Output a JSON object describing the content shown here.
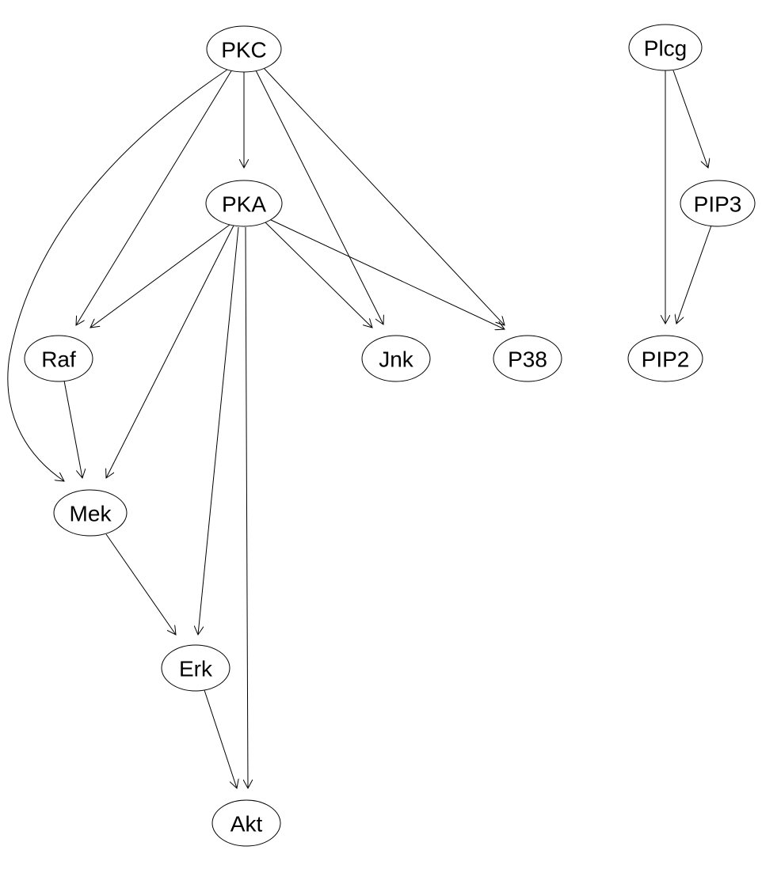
{
  "graph": {
    "nodes": [
      {
        "id": "PKC",
        "label": "PKC"
      },
      {
        "id": "PKA",
        "label": "PKA"
      },
      {
        "id": "Raf",
        "label": "Raf"
      },
      {
        "id": "Jnk",
        "label": "Jnk"
      },
      {
        "id": "P38",
        "label": "P38"
      },
      {
        "id": "Mek",
        "label": "Mek"
      },
      {
        "id": "Erk",
        "label": "Erk"
      },
      {
        "id": "Akt",
        "label": "Akt"
      },
      {
        "id": "Plcg",
        "label": "Plcg"
      },
      {
        "id": "PIP3",
        "label": "PIP3"
      },
      {
        "id": "PIP2",
        "label": "PIP2"
      }
    ],
    "edges": [
      {
        "from": "PKC",
        "to": "PKA"
      },
      {
        "from": "PKC",
        "to": "Raf"
      },
      {
        "from": "PKC",
        "to": "Mek"
      },
      {
        "from": "PKC",
        "to": "Jnk"
      },
      {
        "from": "PKC",
        "to": "P38"
      },
      {
        "from": "PKA",
        "to": "Raf"
      },
      {
        "from": "PKA",
        "to": "Mek"
      },
      {
        "from": "PKA",
        "to": "Erk"
      },
      {
        "from": "PKA",
        "to": "Akt"
      },
      {
        "from": "PKA",
        "to": "Jnk"
      },
      {
        "from": "PKA",
        "to": "P38"
      },
      {
        "from": "Raf",
        "to": "Mek"
      },
      {
        "from": "Mek",
        "to": "Erk"
      },
      {
        "from": "Erk",
        "to": "Akt"
      },
      {
        "from": "Plcg",
        "to": "PIP3"
      },
      {
        "from": "Plcg",
        "to": "PIP2"
      },
      {
        "from": "PIP3",
        "to": "PIP2"
      }
    ]
  }
}
